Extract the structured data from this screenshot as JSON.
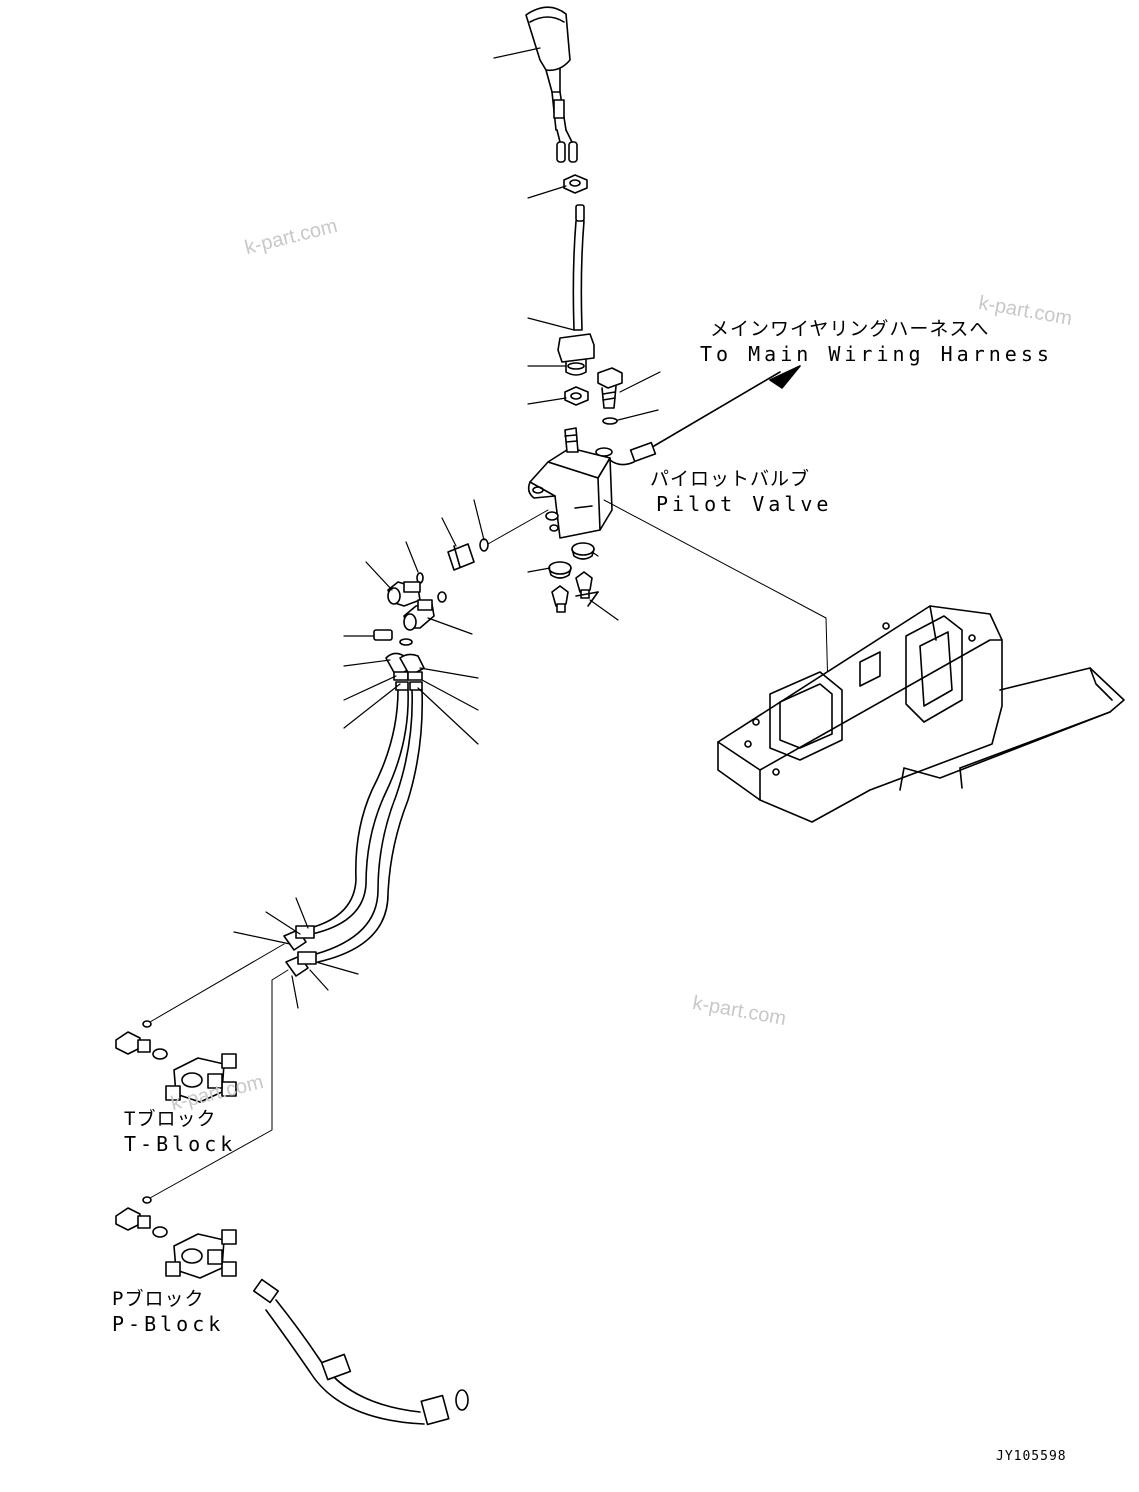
{
  "labels": {
    "harness_jp": "メインワイヤリングハーネスへ",
    "harness_en": "To Main Wiring Harness",
    "pilot_jp": "パイロットバルブ",
    "pilot_en": "Pilot Valve",
    "tblock_jp": "Tブロック",
    "tblock_en": "T-Block",
    "pblock_jp": "Pブロック",
    "pblock_en": "P-Block",
    "drawing_code": "JY105598"
  },
  "watermark": {
    "text": "k-part.com",
    "color": "#c8c8c8"
  }
}
